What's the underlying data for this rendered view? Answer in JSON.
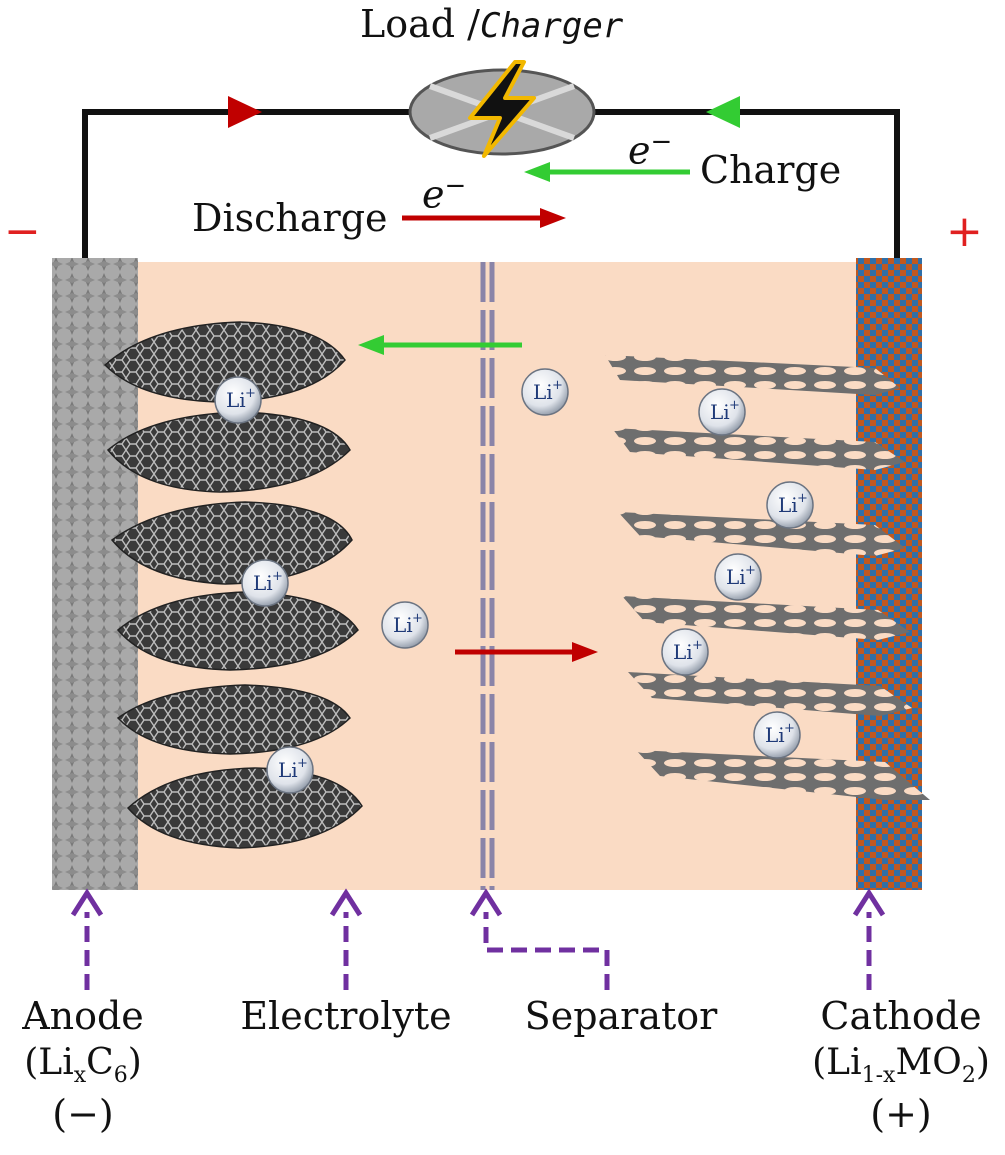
{
  "title": {
    "load": "Load /",
    "charger": "Charger"
  },
  "flow": {
    "discharge": "Discharge",
    "charge": "Charge",
    "electron_discharge": "e",
    "electron_charge": "e",
    "electron_sup": "−"
  },
  "signs": {
    "negative": "−",
    "positive": "+"
  },
  "ion_label": {
    "base": "Li",
    "sup": "+"
  },
  "components": {
    "anode": "Anode",
    "anode_formula": {
      "open": "(Li",
      "sub1": "x",
      "mid": "C",
      "sub2": "6",
      "close": ")"
    },
    "anode_sign": "(−)",
    "electrolyte": "Electrolyte",
    "separator": "Separator",
    "cathode": "Cathode",
    "cathode_formula": {
      "open": "(Li",
      "sub1": "1-x",
      "mid": "MO",
      "sub2": "2",
      "close": ")"
    },
    "cathode_sign": "(+)"
  },
  "colors": {
    "electrolyte": "#fadbc4",
    "discharge_arrow": "#c00000",
    "charge_arrow": "#33cc33",
    "pointer": "#7030a0",
    "wire": "#111111",
    "anode": "#a8a8a8",
    "cathode_a": "#c0581e",
    "cathode_b": "#2f6fa8"
  }
}
